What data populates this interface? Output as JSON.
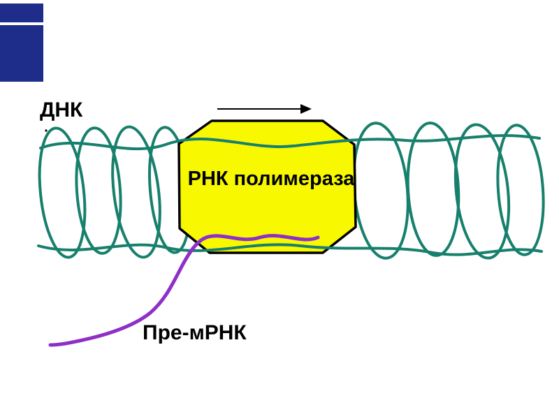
{
  "diagram": {
    "title_context": "Transcription diagram",
    "labels": {
      "dna": "ДНК",
      "polymerase": "РНК полимераза",
      "pre_mrna": "Пре-мРНК"
    },
    "colors": {
      "dna_strand": "#17806c",
      "polymerase_fill": "#f8f800",
      "polymerase_border": "#000000",
      "pre_mrna_strand": "#8e2fc7",
      "sidebar_bar": "#1f2d8a",
      "label_text": "#000000",
      "background": "#ffffff"
    },
    "icons": {
      "direction_arrow": "→"
    }
  }
}
